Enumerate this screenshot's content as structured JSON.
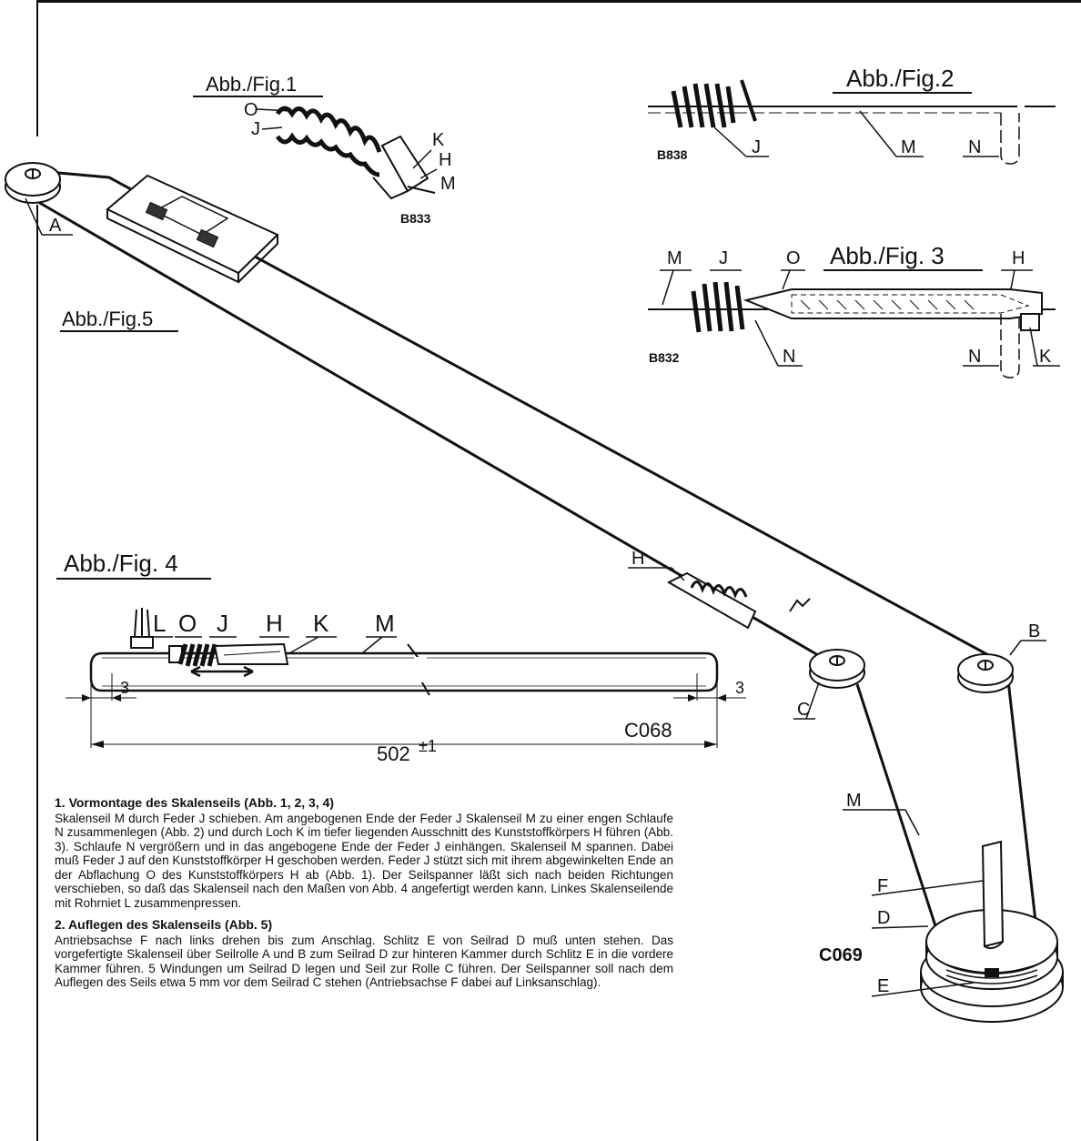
{
  "figures": {
    "fig1": {
      "title": "Abb./Fig.1",
      "code": "B833",
      "labels": [
        "O",
        "J",
        "K",
        "H",
        "M"
      ]
    },
    "fig2": {
      "title": "Abb./Fig.2",
      "code": "B838",
      "labels": [
        "J",
        "M",
        "N"
      ]
    },
    "fig3": {
      "title": "Abb./Fig. 3",
      "code": "B832",
      "labels": [
        "M",
        "J",
        "O",
        "H",
        "N",
        "N",
        "K"
      ]
    },
    "fig4": {
      "title": "Abb./Fig. 4",
      "code": "C068",
      "labels": [
        "L",
        "O",
        "J",
        "H",
        "K",
        "M"
      ],
      "dim_left": "3",
      "dim_right": "3",
      "length": "502",
      "tolerance": "±1"
    },
    "fig5": {
      "title": "Abb./Fig.5",
      "code": "C069",
      "labels": [
        "A",
        "B",
        "C",
        "D",
        "E",
        "F",
        "H",
        "M"
      ]
    }
  },
  "instructions": [
    {
      "heading": "1. Vormontage des Skalenseils (Abb. 1, 2, 3, 4)",
      "body": "Skalenseil M durch Feder J schieben. Am angebogenen Ende der Feder J Skalenseil M zu einer engen Schlaufe N zusammenlegen (Abb. 2) und durch Loch K im tiefer liegenden Ausschnitt des Kunststoffkörpers H führen (Abb. 3). Schlaufe N vergrößern und in das angebogene Ende der Feder J einhängen. Skalenseil M spannen. Dabei muß Feder J auf den Kunststoffkörper H geschoben werden. Feder J stützt sich mit ihrem abgewinkelten Ende an der Abflachung O des Kunststoffkörpers H ab (Abb. 1). Der Seilspanner läßt sich nach beiden Richtungen verschieben, so daß das Skalenseil nach den Maßen von Abb. 4 angefertigt werden kann. Linkes Skalenseilende mit Rohrniet L zusammenpressen."
    },
    {
      "heading": "2. Auflegen des Skalenseils (Abb. 5)",
      "body": "Antriebsachse F nach links drehen bis zum Anschlag. Schlitz E von Seilrad D muß unten stehen. Das vorgefertigte Skalenseil über Seilrolle A und B zum Seilrad D zur hinteren Kammer durch Schlitz E in die vordere Kammer führen. 5 Windungen um Seilrad D legen und Seil zur Rolle C führen. Der Seilspanner soll nach dem Auflegen des Seils etwa 5 mm vor dem Seilrad C stehen (Antriebsachse F dabei auf Linksanschlag)."
    }
  ]
}
